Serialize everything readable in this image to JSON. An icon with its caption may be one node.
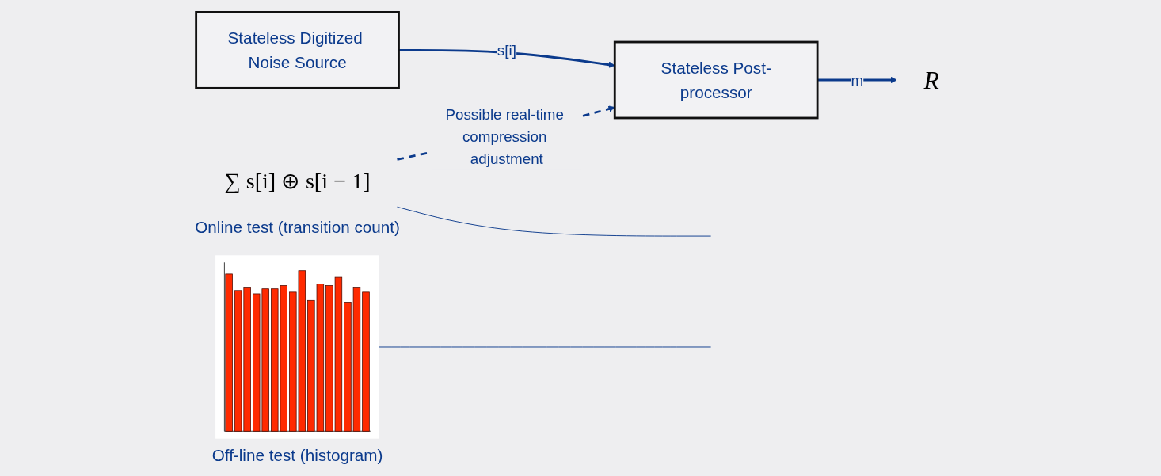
{
  "diagram": {
    "nodes": [
      {
        "text": [
          "Stateless Digitized Noise Source"
        ]
      },
      {
        "text": [
          "Stateless Post-processor"
        ]
      },
      {
        "text": [
          "R"
        ]
      },
      {
        "text": [
          "∑ s[i] ⊕ s[i − 1]"
        ],
        "beside": [
          "Online test (transition count)"
        ]
      },
      {
        "text": [],
        "shape": "picture",
        "beside": [
          "Off-line test (histogram)"
        ]
      }
    ],
    "edges": [
      {
        "from": 0,
        "to": 1,
        "arrow": "to",
        "label": "s[i]"
      },
      {
        "from": 1,
        "to": 2,
        "arrow": "to",
        "label": "m"
      },
      {
        "from": 3,
        "to": 1,
        "arrow": "to",
        "style": "dashed",
        "label": "Possible real-time compression adjustment"
      },
      {
        "from": 3,
        "to": null,
        "arrow": "none"
      },
      {
        "from": 4,
        "to": null,
        "arrow": "none"
      }
    ]
  }
}
